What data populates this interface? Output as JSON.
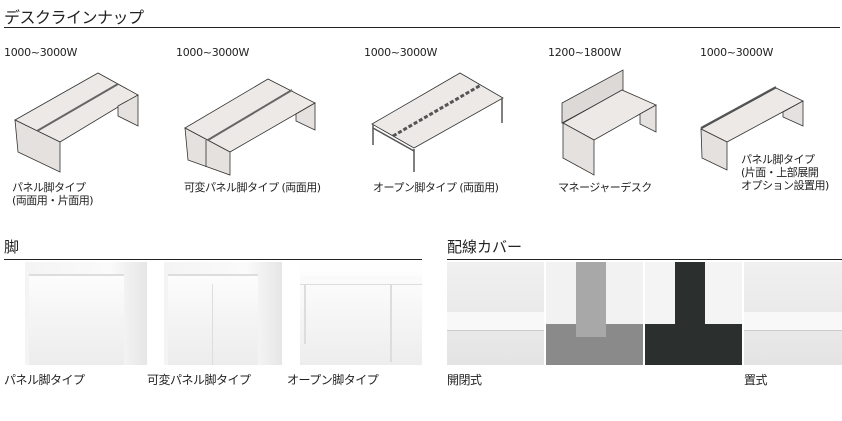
{
  "title": "デスクラインナップ",
  "desks": [
    {
      "width": "1000~3000W",
      "caption": [
        "パネル脚タイプ",
        "(両面用・片面用)"
      ]
    },
    {
      "width": "1000~3000W",
      "caption": [
        "可変パネル脚タイプ (両面用)"
      ]
    },
    {
      "width": "1000~3000W",
      "caption": [
        "オープン脚タイプ (両面用)"
      ]
    },
    {
      "width": "1200~1800W",
      "caption": [
        "マネージャーデスク"
      ]
    },
    {
      "width": "1000~3000W",
      "caption": [
        "パネル脚タイプ",
        "(片面・上部展開",
        "オプション設置用)"
      ]
    }
  ],
  "legs": {
    "title": "脚",
    "items": [
      "パネル脚タイプ",
      "可変パネル脚タイプ",
      "オープン脚タイプ"
    ]
  },
  "wiring": {
    "title": "配線カバー",
    "captions": [
      "開閉式",
      "置式"
    ]
  }
}
